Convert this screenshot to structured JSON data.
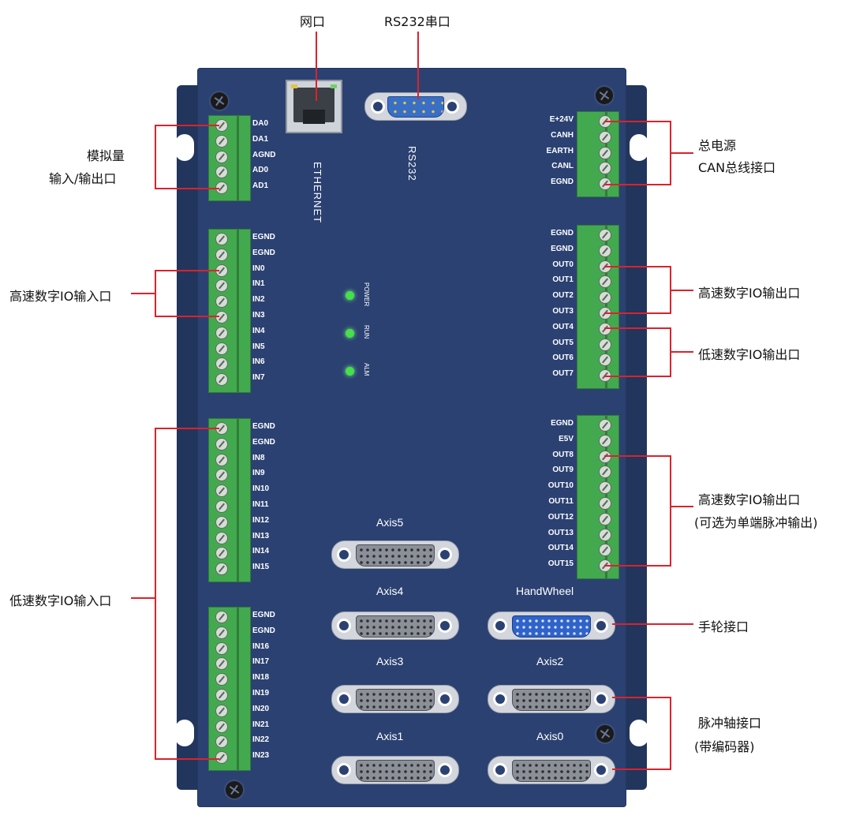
{
  "callouts": {
    "ethernet_port": "网口",
    "rs232_port": "RS232串口",
    "analog_line1": "模拟量",
    "analog_line2": "输入/输出口",
    "power_line1": "总电源",
    "power_line2": "CAN总线接口",
    "hs_input": "高速数字IO输入口",
    "hs_output_1": "高速数字IO输出口",
    "ls_output": "低速数字IO输出口",
    "ls_input": "低速数字IO输入口",
    "hs_output_2_line1": "高速数字IO输出口",
    "hs_output_2_line2": "(可选为单端脉冲输出)",
    "handwheel_port": "手轮接口",
    "pulse_axis_line1": "脉冲轴接口",
    "pulse_axis_line2": "(带编码器)"
  },
  "board": {
    "ethernet_label": "ETHERNET",
    "rs232_label": "RS232",
    "leds": [
      "POWER",
      "RUN",
      "ALM"
    ],
    "terminals": {
      "analog": [
        "DA0",
        "DA1",
        "AGND",
        "AD0",
        "AD1"
      ],
      "power_can": [
        "E+24V",
        "CANH",
        "EARTH",
        "CANL",
        "EGND"
      ],
      "input_hs": [
        "EGND",
        "EGND",
        "IN0",
        "IN1",
        "IN2",
        "IN3",
        "IN4",
        "IN5",
        "IN6",
        "IN7"
      ],
      "output_a": [
        "EGND",
        "EGND",
        "OUT0",
        "OUT1",
        "OUT2",
        "OUT3",
        "OUT4",
        "OUT5",
        "OUT6",
        "OUT7"
      ],
      "input_b": [
        "EGND",
        "EGND",
        "IN8",
        "IN9",
        "IN10",
        "IN11",
        "IN12",
        "IN13",
        "IN14",
        "IN15"
      ],
      "output_b": [
        "EGND",
        "E5V",
        "OUT8",
        "OUT9",
        "OUT10",
        "OUT11",
        "OUT12",
        "OUT13",
        "OUT14",
        "OUT15"
      ],
      "input_c": [
        "EGND",
        "EGND",
        "IN16",
        "IN17",
        "IN18",
        "IN19",
        "IN20",
        "IN21",
        "IN22",
        "IN23"
      ]
    },
    "connectors": {
      "axis5": "Axis5",
      "axis4": "Axis4",
      "handwheel": "HandWheel",
      "axis3": "Axis3",
      "axis2": "Axis2",
      "axis1": "Axis1",
      "axis0": "Axis0"
    }
  },
  "colors": {
    "panel": "#2b4172",
    "terminal_green": "#43a94f",
    "annotation_red": "#d9232d",
    "led_green": "#45e04b",
    "handwheel_blue": "#2f63c9"
  }
}
